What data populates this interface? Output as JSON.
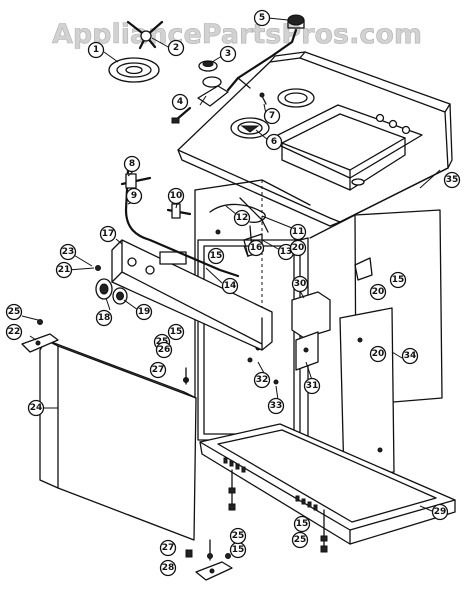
{
  "watermark": "AppliancePartsPros.com",
  "callouts": [
    {
      "id": "c1",
      "label": "1"
    },
    {
      "id": "c2",
      "label": "2"
    },
    {
      "id": "c3",
      "label": "3"
    },
    {
      "id": "c4",
      "label": "4"
    },
    {
      "id": "c5",
      "label": "5"
    },
    {
      "id": "c6",
      "label": "6"
    },
    {
      "id": "c7",
      "label": "7"
    },
    {
      "id": "c8",
      "label": "8"
    },
    {
      "id": "c9",
      "label": "9"
    },
    {
      "id": "c10",
      "label": "10"
    },
    {
      "id": "c11",
      "label": "11"
    },
    {
      "id": "c12",
      "label": "12"
    },
    {
      "id": "c13",
      "label": "13"
    },
    {
      "id": "c14",
      "label": "14"
    },
    {
      "id": "c15a",
      "label": "15"
    },
    {
      "id": "c15b",
      "label": "15"
    },
    {
      "id": "c15c",
      "label": "15"
    },
    {
      "id": "c15d",
      "label": "15"
    },
    {
      "id": "c15e",
      "label": "15"
    },
    {
      "id": "c16",
      "label": "16"
    },
    {
      "id": "c17",
      "label": "17"
    },
    {
      "id": "c18",
      "label": "18"
    },
    {
      "id": "c19",
      "label": "19"
    },
    {
      "id": "c20a",
      "label": "20"
    },
    {
      "id": "c20b",
      "label": "20"
    },
    {
      "id": "c20c",
      "label": "20"
    },
    {
      "id": "c21",
      "label": "21"
    },
    {
      "id": "c22",
      "label": "22"
    },
    {
      "id": "c23",
      "label": "23"
    },
    {
      "id": "c24",
      "label": "24"
    },
    {
      "id": "c25a",
      "label": "25"
    },
    {
      "id": "c25b",
      "label": "25"
    },
    {
      "id": "c25c",
      "label": "25"
    },
    {
      "id": "c25d",
      "label": "25"
    },
    {
      "id": "c26",
      "label": "26"
    },
    {
      "id": "c27a",
      "label": "27"
    },
    {
      "id": "c27b",
      "label": "27"
    },
    {
      "id": "c28",
      "label": "28"
    },
    {
      "id": "c29",
      "label": "29"
    },
    {
      "id": "c30",
      "label": "30"
    },
    {
      "id": "c31",
      "label": "31"
    },
    {
      "id": "c32",
      "label": "32"
    },
    {
      "id": "c33",
      "label": "33"
    },
    {
      "id": "c34",
      "label": "34"
    },
    {
      "id": "c35",
      "label": "35"
    }
  ]
}
